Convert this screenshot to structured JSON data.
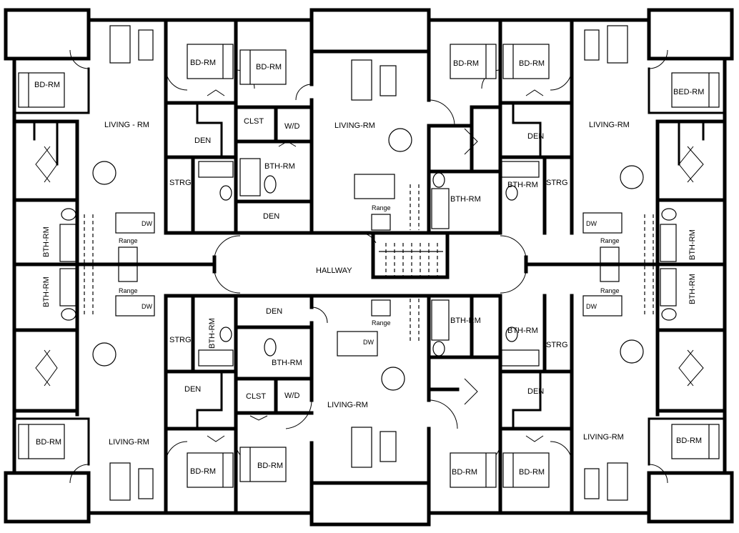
{
  "labels": {
    "bd_rm": "BD-RM",
    "bed_rm": "BED-RM",
    "living_rm_spaced": "LIVING - RM",
    "living_rm": "LIVING-RM",
    "den": "DEN",
    "clst": "CLST",
    "wd": "W/D",
    "bth_rm": "BTH-RM",
    "strg": "STRG",
    "range": "Range",
    "dw": "DW",
    "hallway": "HALLWAY"
  },
  "colors": {
    "line": "#000000",
    "background": "#ffffff"
  }
}
